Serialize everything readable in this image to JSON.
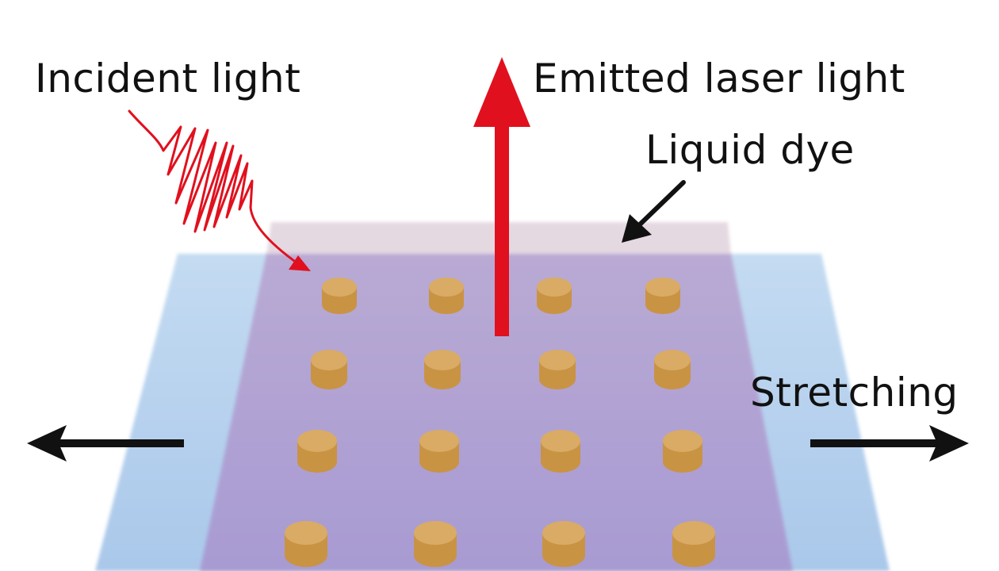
{
  "labels": {
    "incident": "Incident light",
    "emitted": "Emitted laser light",
    "dye": "Liquid dye",
    "stretching": "Stretching"
  },
  "colors": {
    "substrate": "#b9d3ee",
    "dye_layer": "#b7a9d6",
    "dye_top": "#e3d6e0",
    "pillar_top": "#d9ab64",
    "pillar_side": "#c99344",
    "laser_red": "#e1101e",
    "arrow_black": "#111111",
    "text": "#111111"
  },
  "pillars": {
    "rows": 4,
    "columns": 4
  },
  "icons": {
    "incident_wave": "wavy-arrow-icon",
    "emitted_beam": "arrow-up-icon",
    "dye_pointer": "arrow-down-left-icon",
    "stretch_left": "arrow-left-icon",
    "stretch_right": "arrow-right-icon"
  }
}
